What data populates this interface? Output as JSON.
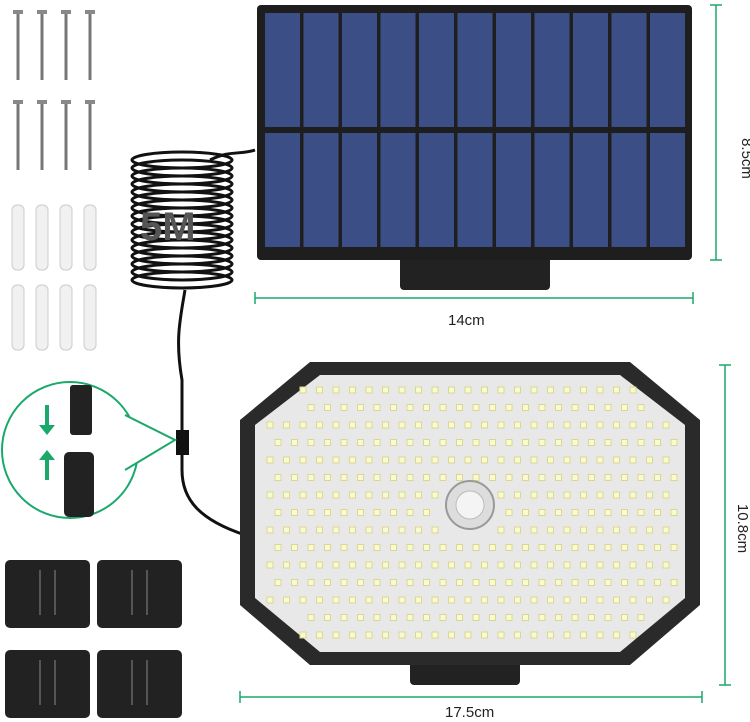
{
  "dimensions": {
    "panel_width": "14cm",
    "panel_height": "8.5cm",
    "light_width": "17.5cm",
    "light_height": "10.8cm"
  },
  "cable_length_label": "5M",
  "colors": {
    "accent": "#1aa86b",
    "panel": "#3c4e86",
    "frame": "#2a2a2a"
  }
}
